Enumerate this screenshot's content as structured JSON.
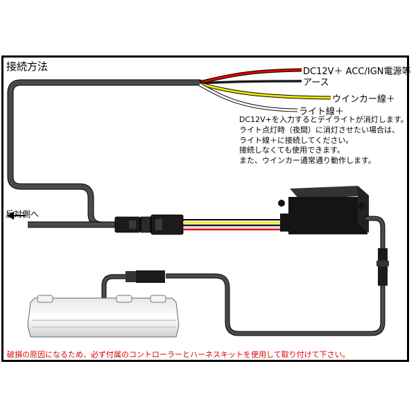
{
  "title": "接続方法",
  "wire_labels": {
    "power": "DC12V＋ ACC/IGN電源等",
    "ground": "アース",
    "turn_signal": "ウインカー線＋",
    "light": "ライト線＋"
  },
  "notes": [
    "DC12V+を入力するとデイライトが消灯します。",
    "ライト点灯時（夜間）に消灯させたい場合は、",
    "ライト線＋に接続してください。",
    "接続しなくても使用できます。",
    "また、ウインカー通常通り動作します。"
  ],
  "opposite_side_label": "反対側へ",
  "warning": "破損の原因になるため、必ず付属のコントローラーとハーネスキットを使用して取り付けて下さい。",
  "colors": {
    "frame": "#000000",
    "cable": "#4a4a4a",
    "wire_power": "#e00000",
    "wire_ground": "#1a1a1a",
    "wire_turn": "#f2e600",
    "wire_light": "#ffffff",
    "controller": "#141414",
    "warning_text": "#e00000"
  }
}
